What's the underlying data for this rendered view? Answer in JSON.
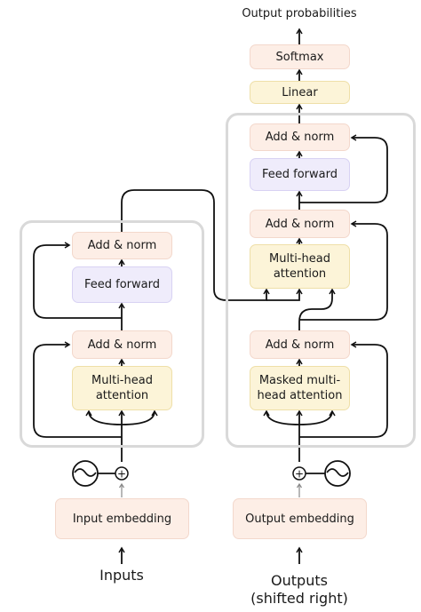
{
  "diagram": {
    "title_top": "Output probabilities",
    "encoder": {
      "add_norm_top": "Add & norm",
      "feed_forward": "Feed forward",
      "add_norm_bottom": "Add & norm",
      "attention": "Multi-head\nattention",
      "embedding": "Input embedding",
      "input_label": "Inputs",
      "plus_symbol": "+"
    },
    "decoder": {
      "softmax": "Softmax",
      "linear": "Linear",
      "add_norm_top": "Add & norm",
      "feed_forward": "Feed forward",
      "add_norm_mid": "Add & norm",
      "attention": "Multi-head\nattention",
      "add_norm_bottom": "Add & norm",
      "masked_attention": "Masked multi-\nhead attention",
      "embedding": "Output embedding",
      "output_label": "Outputs\n(shifted right)",
      "plus_symbol": "+"
    }
  },
  "colors": {
    "add_norm": "#fdeee6",
    "attention": "#fcf4d8",
    "feed_forward": "#efecfb",
    "block_border": "#d9d9d9",
    "wire": "#111111"
  }
}
